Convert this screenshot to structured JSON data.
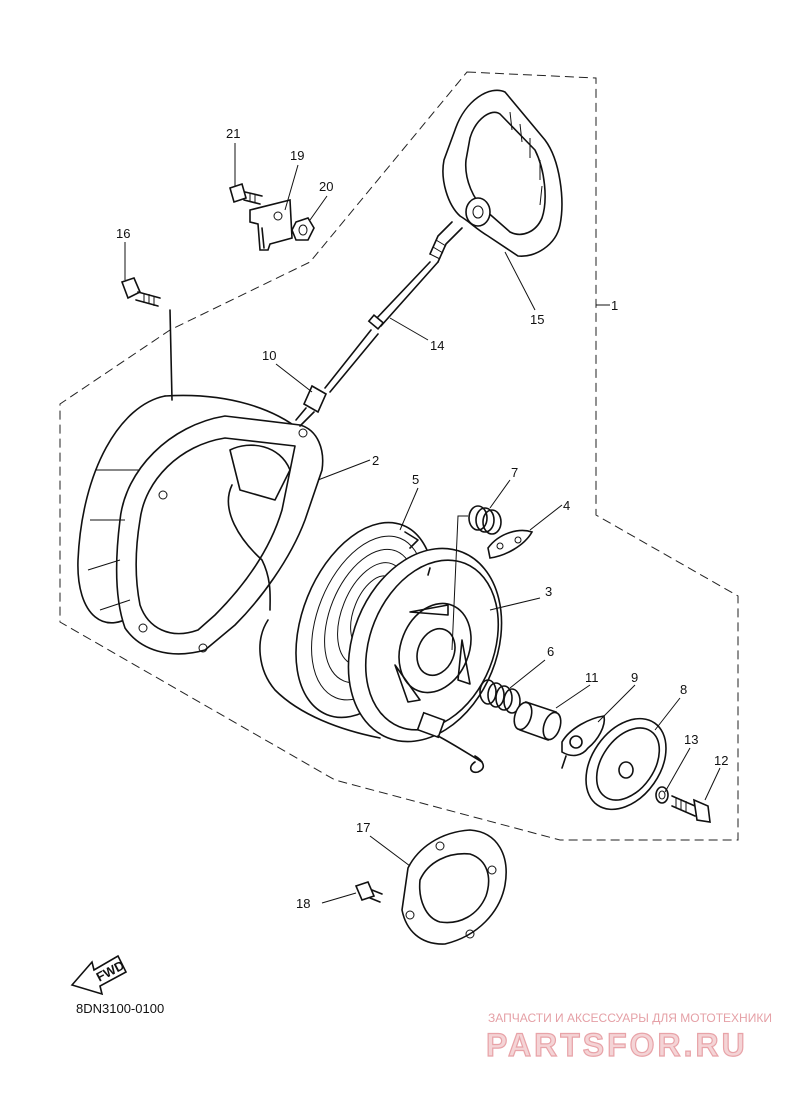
{
  "diagram": {
    "code": "8DN3100-0100",
    "fwd_label": "FWD",
    "callouts": [
      {
        "id": "1",
        "text": "1"
      },
      {
        "id": "2",
        "text": "2"
      },
      {
        "id": "3",
        "text": "3"
      },
      {
        "id": "4",
        "text": "4"
      },
      {
        "id": "5",
        "text": "5"
      },
      {
        "id": "6",
        "text": "6"
      },
      {
        "id": "7",
        "text": "7"
      },
      {
        "id": "8",
        "text": "8"
      },
      {
        "id": "9",
        "text": "9"
      },
      {
        "id": "10",
        "text": "10"
      },
      {
        "id": "11",
        "text": "11"
      },
      {
        "id": "12",
        "text": "12"
      },
      {
        "id": "13",
        "text": "13"
      },
      {
        "id": "14",
        "text": "14"
      },
      {
        "id": "15",
        "text": "15"
      },
      {
        "id": "16",
        "text": "16"
      },
      {
        "id": "17",
        "text": "17"
      },
      {
        "id": "18",
        "text": "18"
      },
      {
        "id": "19",
        "text": "19"
      },
      {
        "id": "20",
        "text": "20"
      },
      {
        "id": "21",
        "text": "21"
      }
    ]
  },
  "watermark": {
    "tagline": "ЗАПЧАСТИ И АКСЕССУАРЫ ДЛЯ МОТОТЕХНИКИ",
    "brand": "PARTSFOR.RU"
  }
}
